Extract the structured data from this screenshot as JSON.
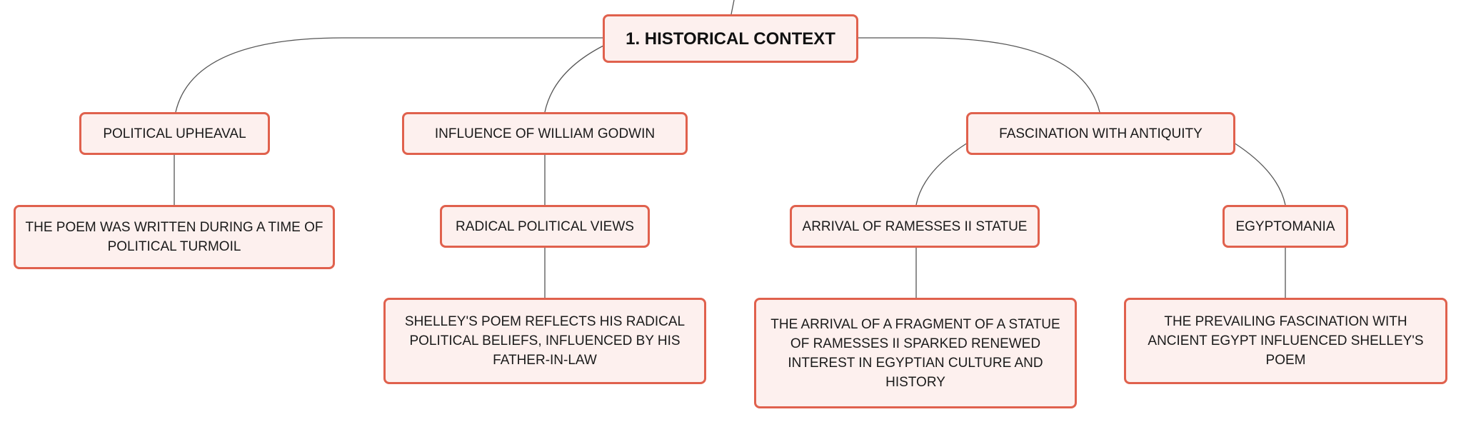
{
  "mindmap": {
    "root": {
      "label": "1. HISTORICAL CONTEXT"
    },
    "branches": [
      {
        "label": "POLITICAL UPHEAVAL",
        "children": [
          {
            "label": "THE POEM WAS WRITTEN DURING A TIME OF POLITICAL TURMOIL"
          }
        ]
      },
      {
        "label": "INFLUENCE OF WILLIAM GODWIN",
        "children": [
          {
            "label": "RADICAL POLITICAL VIEWS",
            "children": [
              {
                "label": "SHELLEY'S POEM REFLECTS HIS RADICAL POLITICAL BELIEFS, INFLUENCED BY HIS FATHER-IN-LAW"
              }
            ]
          }
        ]
      },
      {
        "label": "FASCINATION WITH ANTIQUITY",
        "children": [
          {
            "label": "ARRIVAL OF RAMESSES II STATUE",
            "children": [
              {
                "label": "THE ARRIVAL OF A FRAGMENT OF A STATUE OF RAMESSES II SPARKED RENEWED INTEREST IN EGYPTIAN CULTURE AND HISTORY"
              }
            ]
          },
          {
            "label": "EGYPTOMANIA",
            "children": [
              {
                "label": "THE PREVAILING FASCINATION WITH ANCIENT EGYPT INFLUENCED SHELLEY'S POEM"
              }
            ]
          }
        ]
      }
    ]
  },
  "colors": {
    "node_border": "#e0614d",
    "node_fill": "#fdf0ee",
    "connector": "#555555"
  }
}
